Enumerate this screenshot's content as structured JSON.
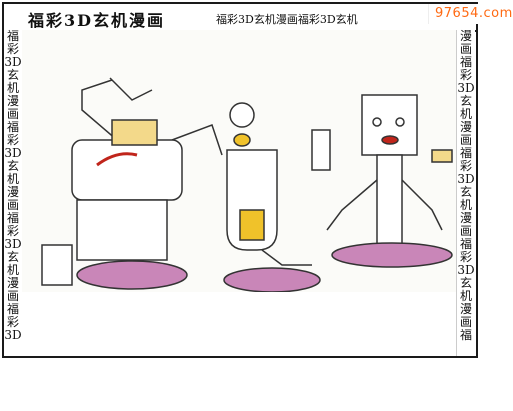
{
  "title": "福彩3D玄机漫画",
  "title_repeat": "福彩3D玄机漫画福彩3D玄机",
  "side_left": [
    "福",
    "彩",
    "3D",
    "玄",
    "机",
    "漫",
    "画",
    "福",
    "彩",
    "3D",
    "玄",
    "机",
    "漫",
    "画",
    "福",
    "彩",
    "3D",
    "玄",
    "机",
    "漫",
    "画",
    "福",
    "彩",
    "3D"
  ],
  "side_right": [
    "漫",
    "画",
    "福",
    "彩",
    "3D",
    "玄",
    "机",
    "漫",
    "画",
    "福",
    "彩",
    "3D",
    "玄",
    "机",
    "漫",
    "画",
    "福",
    "彩",
    "3D",
    "玄",
    "机",
    "漫",
    "画",
    "福"
  ],
  "watermark": "97654.com",
  "colors": {
    "watermark": "#ff6a13",
    "frame": "#1a1a1a",
    "bowl": "#c986b8",
    "bread": "#f3d98a",
    "liquid": "#f0c22a",
    "skin": "#f6dfa8"
  }
}
